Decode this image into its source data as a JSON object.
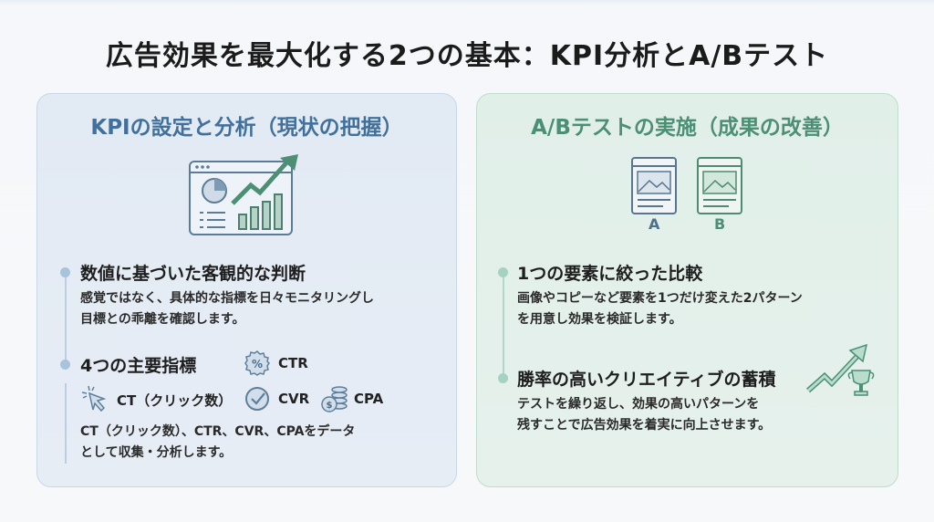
{
  "title": "広告効果を最大化する2つの基本：KPI分析とA/Bテスト",
  "left": {
    "heading": "KPIの設定と分析（現状の把握）",
    "items": [
      {
        "title": "数値に基づいた客観的な判断",
        "lines": [
          "感覚ではなく、具体的な指標を日々モニタリングし",
          "目標との乖離を確認します。"
        ]
      },
      {
        "title": "4つの主要指標",
        "lines": [
          "CT（クリック数）、CTR、CVR、CPAをデータ",
          "として収集・分析します。"
        ]
      }
    ],
    "metrics": {
      "ctr": "CTR",
      "ct": "CT（クリック数）",
      "cvr": "CVR",
      "cpa": "CPA"
    }
  },
  "right": {
    "heading": "A/Bテストの実施（成果の改善）",
    "variant_a": "A",
    "variant_b": "B",
    "items": [
      {
        "title": "1つの要素に絞った比較",
        "lines": [
          "画像やコピーなど要素を1つだけ変えた2パターン",
          "を用意し効果を検証します。"
        ]
      },
      {
        "title": "勝率の高いクリエイティブの蓄積",
        "lines": [
          "テストを繰り返し、効果の高いパターンを",
          "残すことで広告効果を着実に向上させます。"
        ]
      }
    ]
  },
  "colors": {
    "blue": "#41709c",
    "green": "#4b8f74"
  }
}
